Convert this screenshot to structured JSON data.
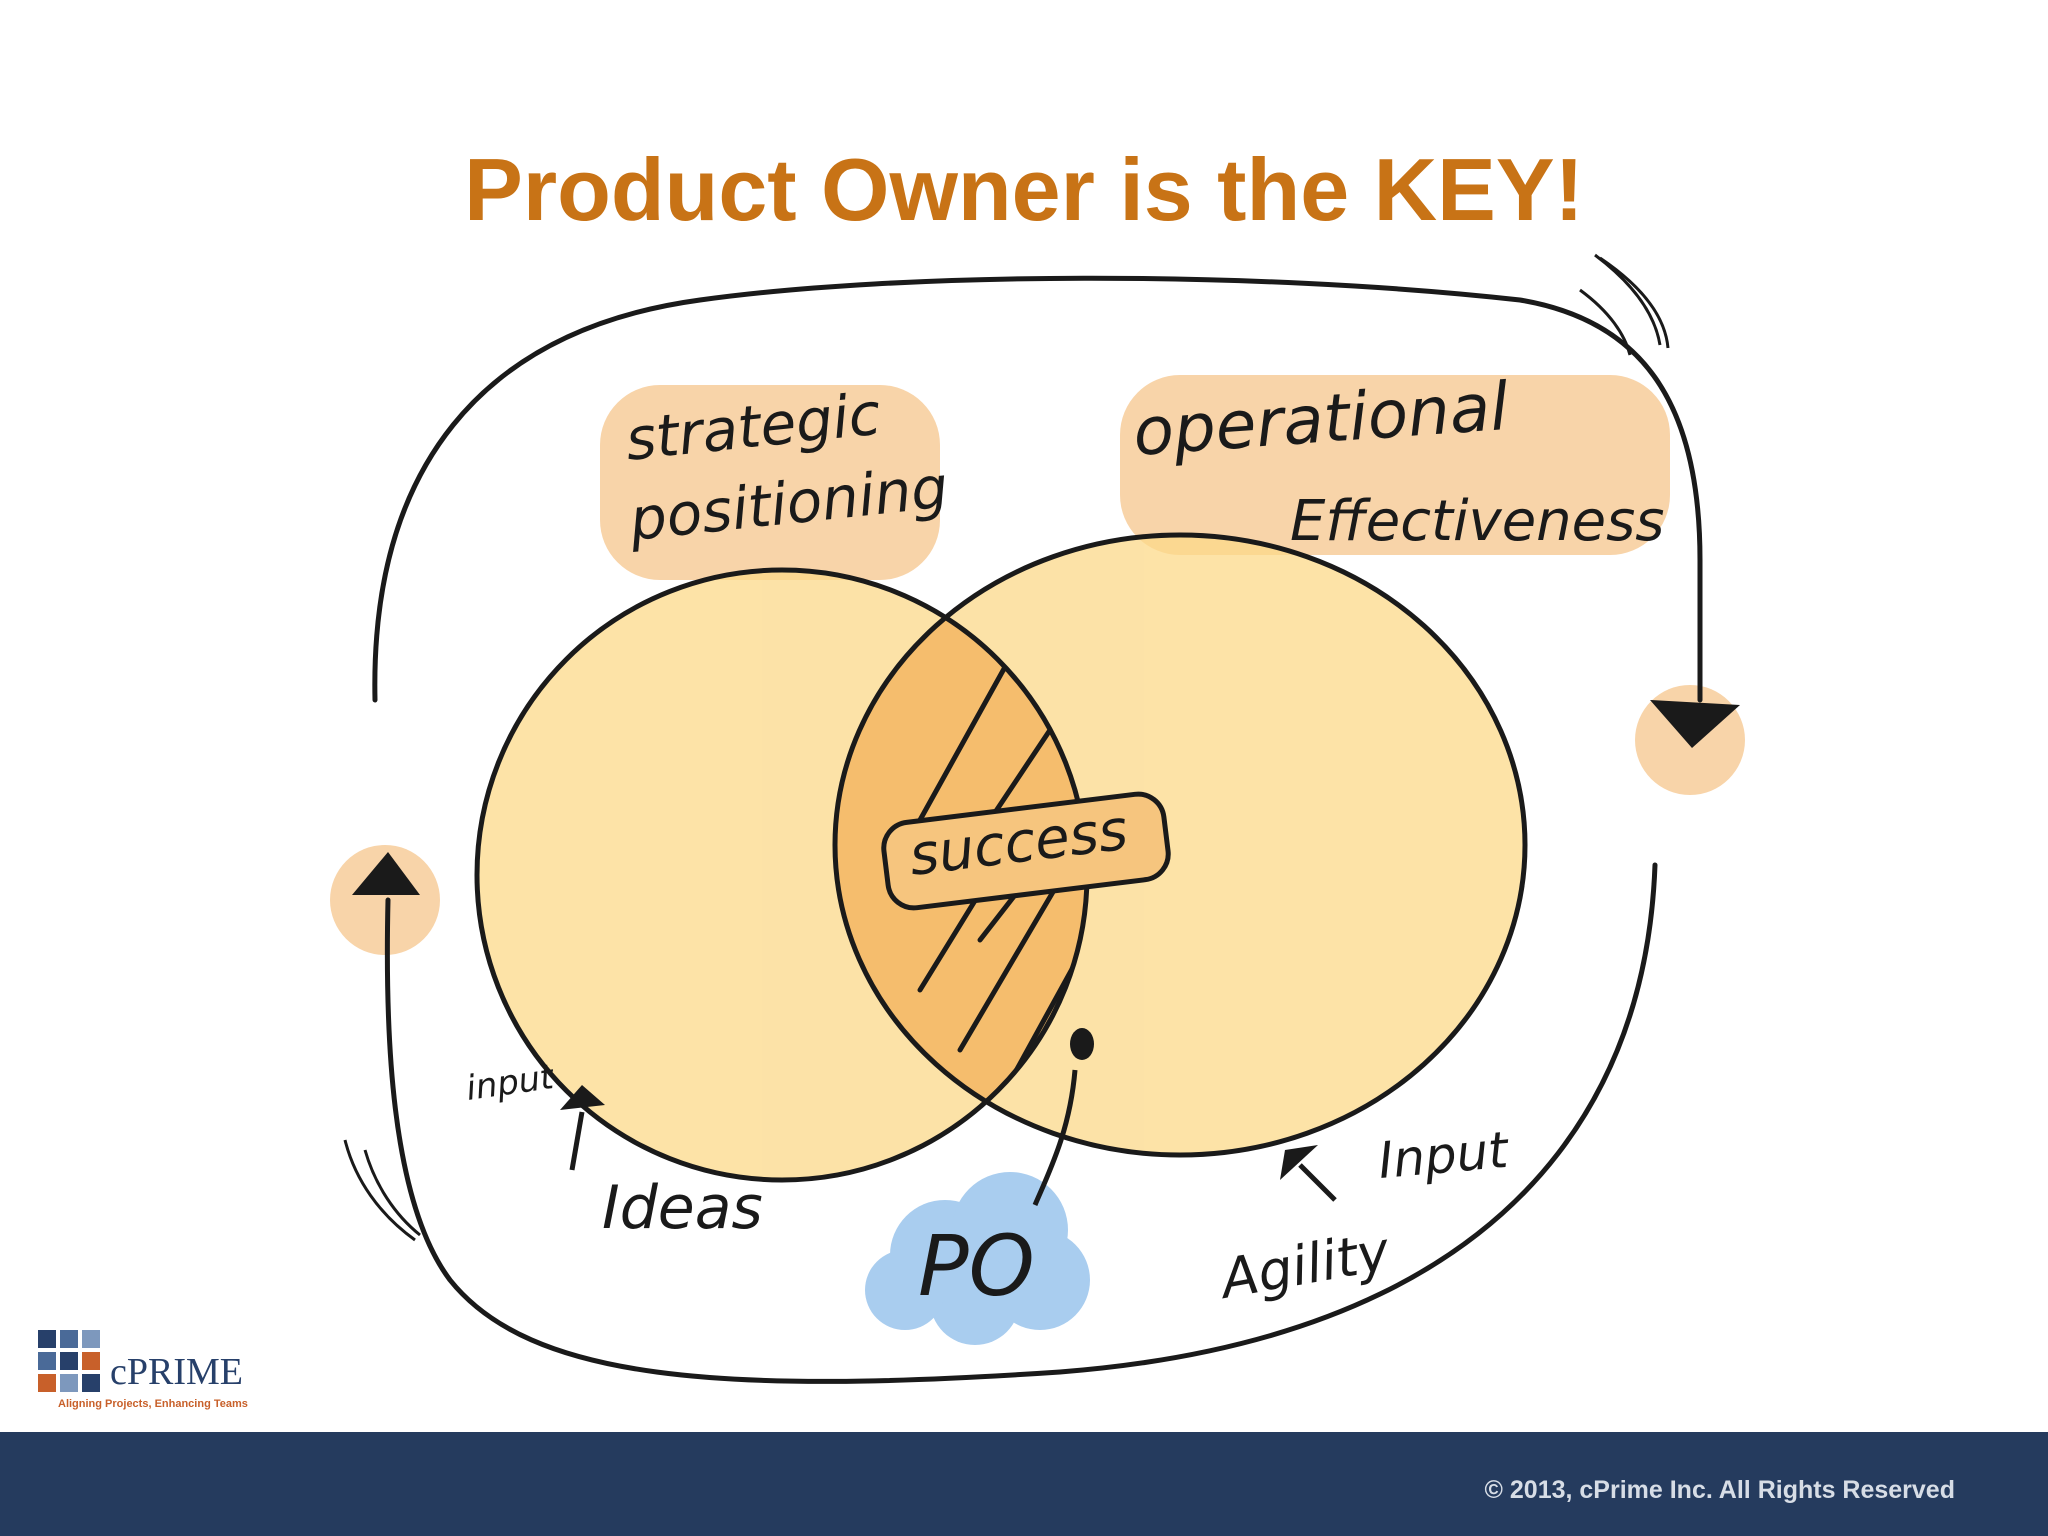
{
  "slide": {
    "title": "Product Owner is the KEY!"
  },
  "diagram": {
    "labels": {
      "strategic_line1": "strategic",
      "strategic_line2": "positioning",
      "operational_line1": "operational",
      "operational_line2": "Effectiveness",
      "success": "success",
      "input_left": "input",
      "ideas": "Ideas",
      "po": "PO",
      "input_right": "Input",
      "agility": "Agility"
    },
    "colors": {
      "left_fill": "#fcd98a",
      "right_fill": "#fcd98a",
      "overlap_fill": "#f3b05a",
      "highlight": "#f6c993",
      "po_cloud": "#a9cdef",
      "ink": "#1a1a1a"
    }
  },
  "logo": {
    "name": "cPRIME",
    "tagline": "Aligning Projects, Enhancing Teams"
  },
  "footer": {
    "copyright": "© 2013, cPrime Inc. All Rights Reserved",
    "background": "#253b5e"
  },
  "theme": {
    "title_color": "#c87316"
  }
}
